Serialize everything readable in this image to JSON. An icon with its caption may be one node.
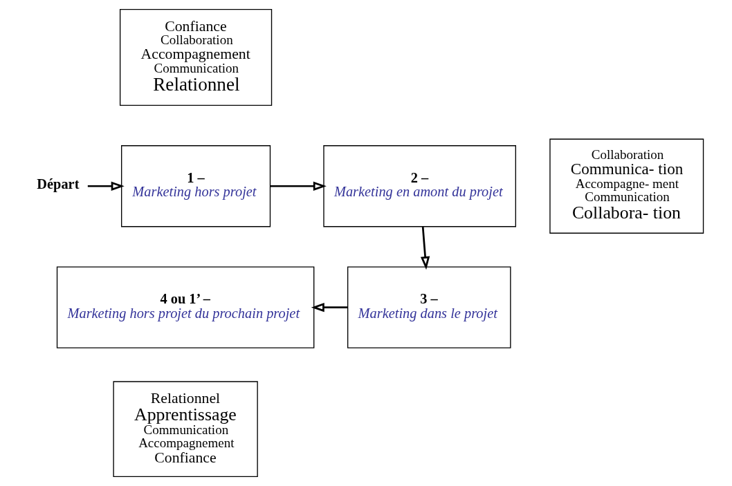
{
  "diagram": {
    "nodes": [
      {
        "text": [
          "Confiance",
          "Collaboration",
          "Accompagnement",
          "Communication",
          "Relationnel"
        ]
      },
      {
        "text": [
          "Départ"
        ]
      },
      {
        "text": [
          "1 –",
          "Marketing hors projet"
        ]
      },
      {
        "text": [
          "2 –",
          "Marketing en amont du projet"
        ]
      },
      {
        "text": [
          "Collaboration",
          "Communica- tion",
          "Accompagne- ment",
          "Communication",
          "Collabora- tion"
        ]
      },
      {
        "text": [
          "4 ou 1’ –",
          "Marketing hors projet du prochain projet"
        ]
      },
      {
        "text": [
          "3 –",
          "Marketing dans le projet"
        ]
      },
      {
        "text": [
          "Relationnel",
          "Apprentissage",
          "Communication",
          "Accompagnement",
          "Confiance"
        ]
      }
    ],
    "edges": [
      {
        "from": 1,
        "to": 2,
        "arrow": "to"
      },
      {
        "from": 2,
        "to": 3,
        "arrow": "to"
      },
      {
        "from": 3,
        "to": 6,
        "arrow": "to"
      },
      {
        "from": 6,
        "to": 5,
        "arrow": "to"
      }
    ]
  }
}
